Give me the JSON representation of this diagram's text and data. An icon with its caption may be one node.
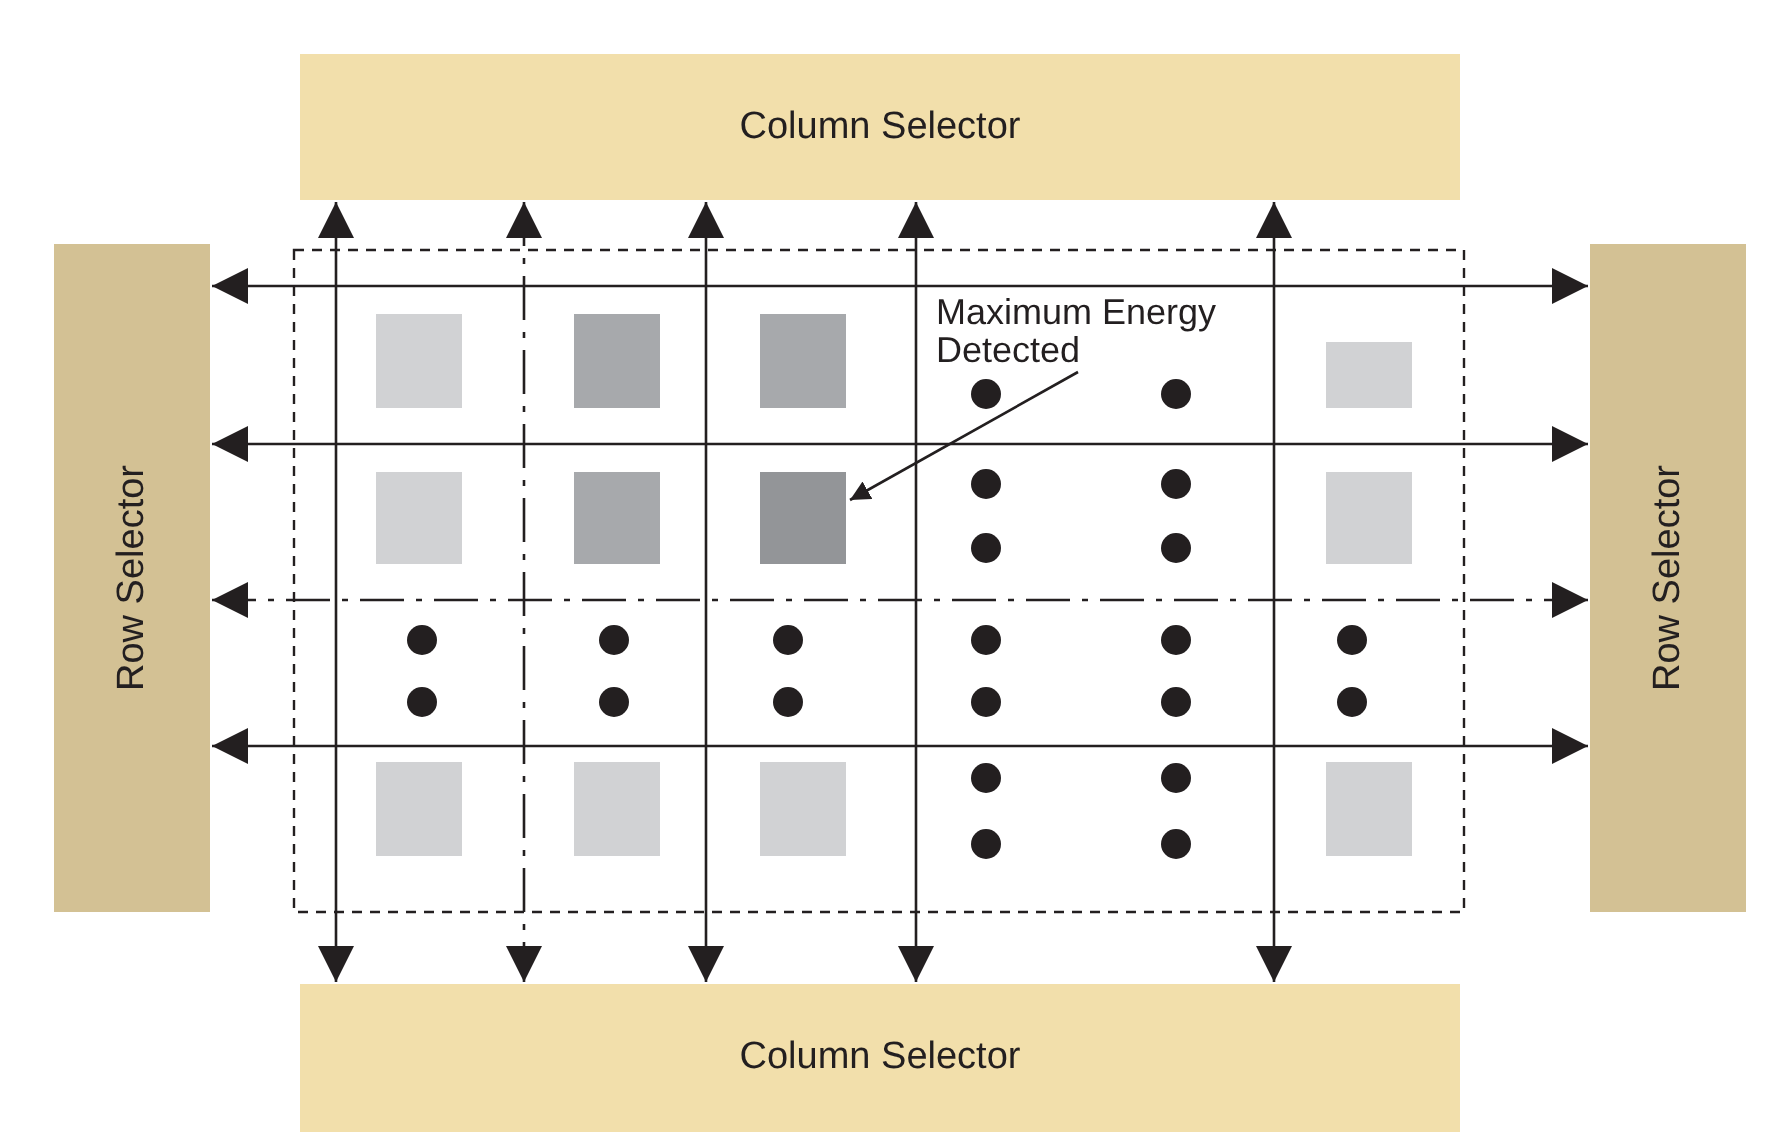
{
  "diagram": {
    "nodes": [
      {
        "text": [
          "Column Selector"
        ]
      },
      {
        "text": [
          "Row Selector"
        ]
      },
      {
        "text": [
          "Row Selector"
        ]
      },
      {
        "text": [
          "Column Selector"
        ]
      },
      {
        "text": [
          "Maximum Energy Detected"
        ]
      },
      {
        "text": [],
        "shape": "box"
      }
    ],
    "edges": [
      {
        "from": 0,
        "to": 3,
        "arrow": "both"
      },
      {
        "from": 0,
        "to": 3,
        "arrow": "both",
        "style": "dashed"
      },
      {
        "from": 0,
        "to": 3,
        "arrow": "both"
      },
      {
        "from": 0,
        "to": 3,
        "arrow": "both"
      },
      {
        "from": 0,
        "to": 3,
        "arrow": "both"
      },
      {
        "from": 1,
        "to": 2,
        "arrow": "both"
      },
      {
        "from": 1,
        "to": 2,
        "arrow": "both"
      },
      {
        "from": 1,
        "to": 2,
        "arrow": "both",
        "style": "dashed"
      },
      {
        "from": 1,
        "to": 2,
        "arrow": "both"
      },
      {
        "from": 4,
        "to": 5,
        "arrow": "to"
      }
    ]
  }
}
